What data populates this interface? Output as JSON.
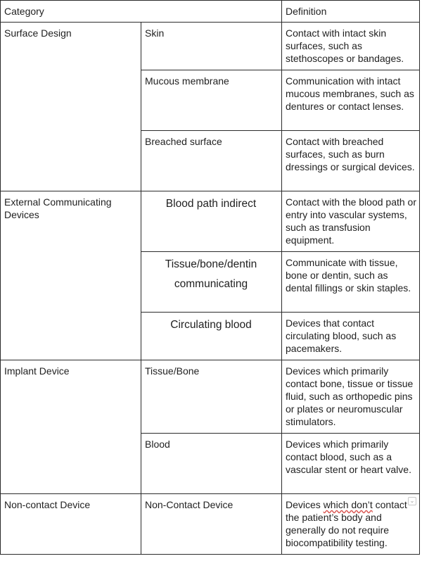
{
  "header": {
    "category": "Category",
    "definition": "Definition"
  },
  "rows": [
    {
      "category": "Surface Design",
      "subs": [
        {
          "name": "Skin",
          "definition": "Contact with intact skin surfaces, such as stethoscopes or bandages."
        },
        {
          "name": "Mucous membrane",
          "definition": "Communication with intact mucous membranes, such as dentures or contact lenses."
        },
        {
          "name": "Breached surface",
          "definition": "Contact with breached surfaces, such as burn dressings or surgical devices."
        }
      ]
    },
    {
      "category": "External Communicating Devices",
      "subs": [
        {
          "name": "Blood path indirect",
          "definition": "Contact with the blood path or entry into vascular systems, such as transfusion equipment."
        },
        {
          "name": "Tissue/bone/dentin communicating",
          "definition": "Communicate with tissue, bone or dentin, such as dental fillings or skin staples."
        },
        {
          "name": "Circulating blood",
          "definition": "Devices that contact circulating blood, such as pacemakers."
        }
      ]
    },
    {
      "category": "Implant Device",
      "subs": [
        {
          "name": "Tissue/Bone",
          "definition": "Devices which primarily contact bone, tissue or tissue fluid, such as orthopedic pins or plates or neuromuscular stimulators."
        },
        {
          "name": "Blood",
          "definition": "Devices which primarily contact blood, such as a vascular stent or heart valve."
        }
      ]
    },
    {
      "category": "Non-contact Device",
      "subs": [
        {
          "name": "Non-Contact Device",
          "definition_parts": {
            "before": "Devices ",
            "marked": "which don’t",
            "after": " contact the patient’s body and generally do not require biocompatibility testing."
          }
        }
      ]
    }
  ],
  "icons": {
    "comment_corner": "chevron-down-icon"
  }
}
